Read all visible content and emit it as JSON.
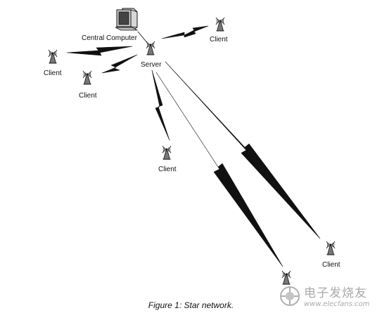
{
  "nodes": {
    "central": "Central Computer",
    "server": "Server",
    "client_1": "Client",
    "client_2": "Client",
    "client_3": "Client",
    "client_4": "Client",
    "client_5": "Client",
    "client_6": ""
  },
  "caption": "Figure 1: Star network.",
  "watermark": {
    "chinese": "电子发烧友",
    "english": "www.elecfans.com"
  },
  "icons": {
    "central": "computer-icon",
    "antenna": "antenna-icon"
  },
  "colors": {
    "line": "#111111",
    "watermark": "#a9a9a9"
  }
}
